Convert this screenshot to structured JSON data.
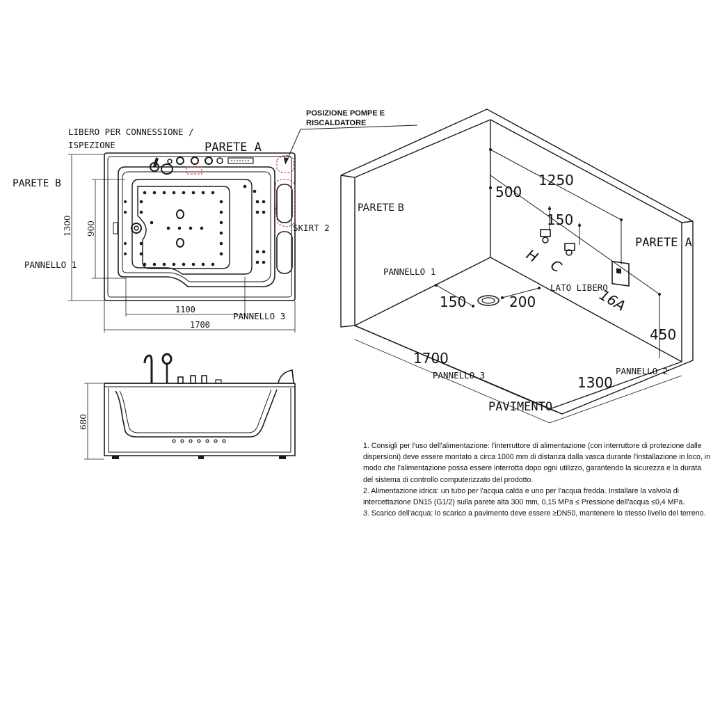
{
  "top_view": {
    "libero_label_line1": "LIBERO PER CONNESSIONE /",
    "libero_label_line2": "ISPEZIONE",
    "parete_a": "PARETE A",
    "parete_b": "PARETE B",
    "pannello_1": "PANNELLO 1",
    "pannello_3": "PANNELLO 3",
    "skirt_2": "SKIRT 2",
    "pompe_line1": "POSIZIONE POMPE E",
    "pompe_line2": "RISCALDATORE",
    "dim_1300": "1300",
    "dim_900": "900",
    "dim_1100": "1100",
    "dim_1700": "1700"
  },
  "side_view": {
    "dim_680": "680"
  },
  "iso_view": {
    "parete_b": "PARETE B",
    "parete_a": "PARETE A",
    "pannello_1": "PANNELLO 1",
    "pannello_2": "PANNELLO 2",
    "pannello_3": "PANNELLO 3",
    "lato_libero": "LATO LIBERO",
    "pavimento": "PAVIMENTO",
    "dim_1250": "1250",
    "dim_500": "500",
    "dim_150_top": "150",
    "dim_150_floor": "150",
    "dim_200": "200",
    "dim_450": "450",
    "dim_1700": "1700",
    "dim_1300": "1300",
    "label_h": "H",
    "label_c": "C",
    "label_16a": "16A"
  },
  "notes": [
    "1. Consigli per l'uso dell'alimentazione: l'interruttore di alimentazione (con interruttore di protezione dalle dispersioni) deve essere montato a circa 1000 mm di distanza dalla vasca durante l'installazione in loco, in modo che l'alimentazione possa essere interrotta dopo ogni utilizzo, garantendo la sicurezza e la durata del sistema di controllo computerizzato del prodotto.",
    "2. Alimentazione idrica: un tubo per l'acqua calda e uno per l'acqua fredda. Installare la valvola di intercettazione DN15 (G1/2) sulla parete alta 300 mm, 0,15 MPa ≤ Pressione dell'acqua ≤0,4 MPa.",
    "3. Scarico dell'acqua: lo scarico a pavimento deve essere ≥DN50, mantenere lo stesso livello del terreno."
  ]
}
